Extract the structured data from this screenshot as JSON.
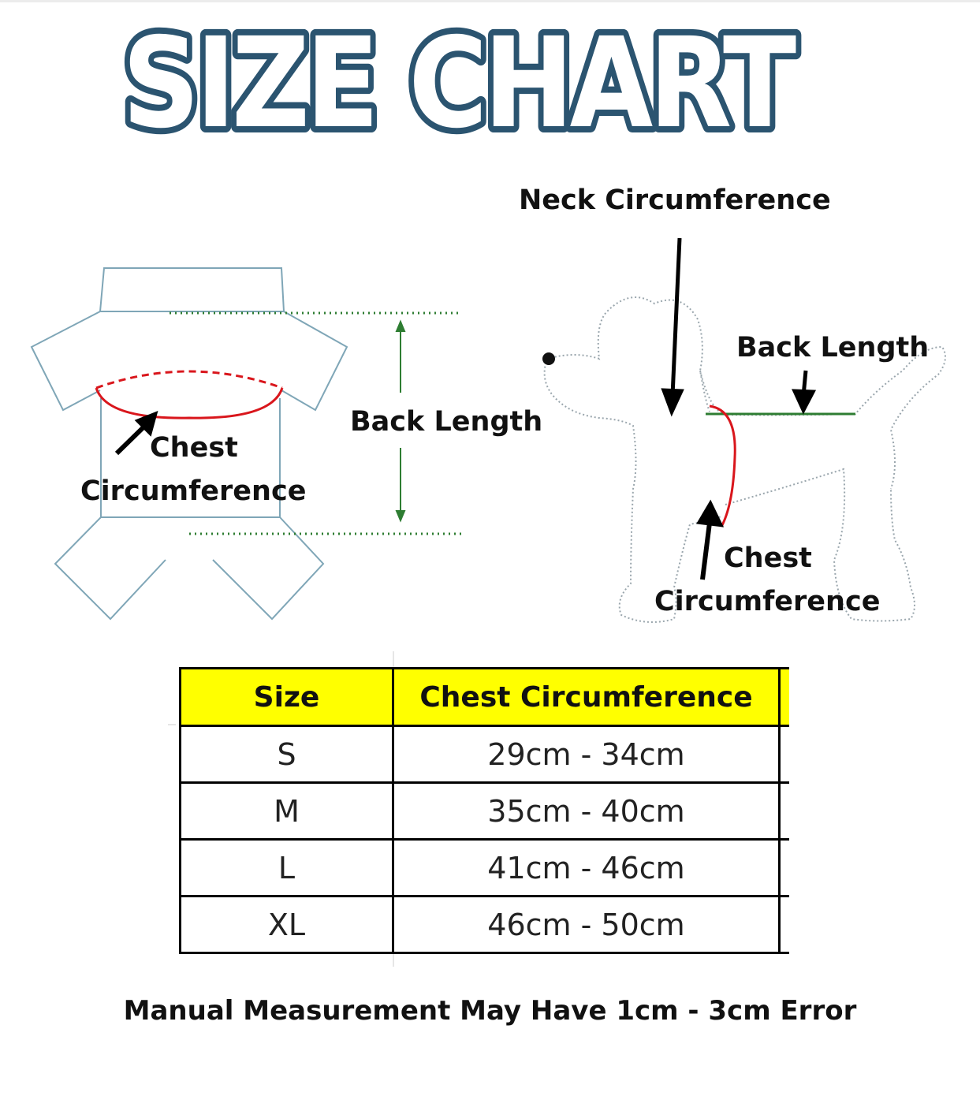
{
  "title": "SIZE CHART",
  "colors": {
    "title_fill": "#ffffff",
    "title_outline": "#2b5470",
    "garment_outline": "#7fa6b7",
    "red_measure": "#d9161c",
    "green_measure": "#2e7d32",
    "table_header_bg": "#ffff00"
  },
  "diagram_garment": {
    "back_length_label": "Back Length",
    "chest_label_line1": "Chest",
    "chest_label_line2": "Circumference"
  },
  "diagram_dog": {
    "neck_label": "Neck Circumference",
    "back_length_label": "Back Length",
    "chest_label_line1": "Chest",
    "chest_label_line2": "Circumference"
  },
  "table": {
    "headers": [
      "Size",
      "Chest Circumference"
    ],
    "rows": [
      [
        "S",
        "29cm - 34cm"
      ],
      [
        "M",
        "35cm - 40cm"
      ],
      [
        "L",
        "41cm - 46cm"
      ],
      [
        "XL",
        "46cm - 50cm"
      ]
    ]
  },
  "footer_note": "Manual Measurement May Have 1cm - 3cm Error"
}
